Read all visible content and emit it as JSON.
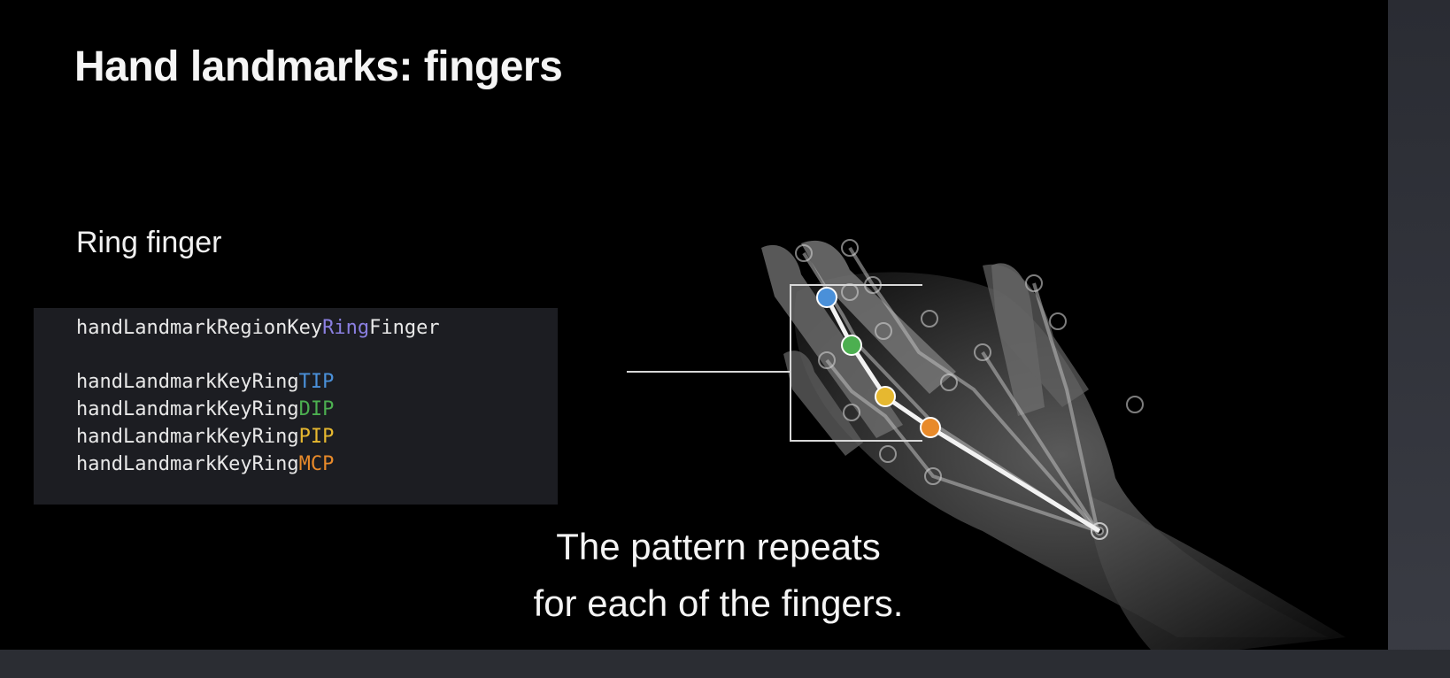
{
  "slide": {
    "title": "Hand landmarks: fingers",
    "section_label": "Ring finger",
    "code": {
      "region_key": {
        "prefix": "handLandmarkRegionKey",
        "highlight": "Ring",
        "suffix": "Finger",
        "highlight_color": "#8a7fe0"
      },
      "keys": [
        {
          "prefix": "handLandmarkKeyRing",
          "highlight": "TIP",
          "color": "#4a90d9"
        },
        {
          "prefix": "handLandmarkKeyRing",
          "highlight": "DIP",
          "color": "#4caf50"
        },
        {
          "prefix": "handLandmarkKeyRing",
          "highlight": "PIP",
          "color": "#e6b830"
        },
        {
          "prefix": "handLandmarkKeyRing",
          "highlight": "MCP",
          "color": "#e88a2a"
        }
      ]
    },
    "caption": {
      "line1": "The pattern repeats",
      "line2": "for each of the fingers."
    }
  },
  "colors": {
    "tip": "#4a90d9",
    "dip": "#4caf50",
    "pip": "#e6b830",
    "mcp": "#e88a2a"
  }
}
